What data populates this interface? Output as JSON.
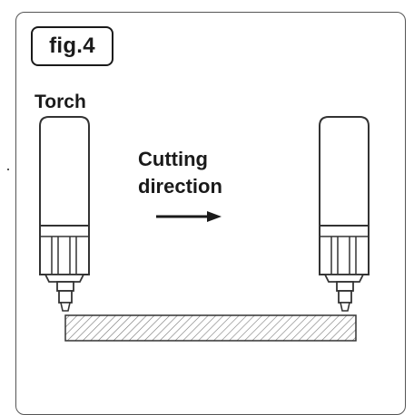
{
  "figure": {
    "label": "fig.4"
  },
  "labels": {
    "torch": "Torch",
    "cutting_line1": "Cutting",
    "cutting_line2": "direction"
  },
  "colors": {
    "stroke": "#333333",
    "text": "#1a1a1a",
    "torch_fill": "#ffffff",
    "hatch": "#777777",
    "frame": "#555555"
  },
  "icons": {
    "torch_left": "plasma-torch-icon",
    "torch_right": "plasma-torch-icon",
    "arrow": "right-arrow-icon",
    "workpiece": "hatched-plate"
  }
}
